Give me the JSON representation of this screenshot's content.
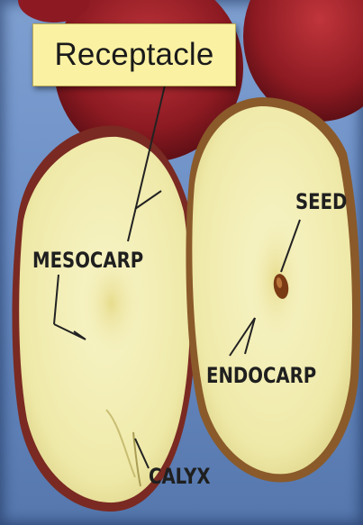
{
  "title_label": "Receptacle",
  "labels": {
    "mesocarp": "MESOCARP",
    "seed": "SEED",
    "endocarp": "ENDOCARP",
    "calyx": "CALYX"
  },
  "colors": {
    "background": "#6c8fc6",
    "apple_skin": "#9e1b24",
    "apple_flesh": "#f3efb4",
    "label_box": "#fbf1a3"
  }
}
